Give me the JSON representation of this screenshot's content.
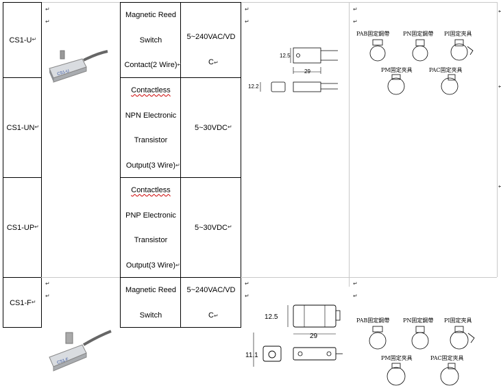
{
  "paragraph_mark": "↵",
  "rows": [
    {
      "model": "CS1-U",
      "desc": [
        "Magnetic Reed",
        "Switch",
        "Contact(2 Wire)"
      ],
      "voltage": [
        "5~240VAC/VD",
        "C"
      ]
    },
    {
      "model": "CS1-UN",
      "desc": [
        "Contactless",
        "NPN Electronic",
        "Transistor",
        "Output(3 Wire)"
      ],
      "voltage": [
        "5~30VDC"
      ]
    },
    {
      "model": "CS1-UP",
      "desc": [
        "Contactless",
        "PNP Electronic",
        "Transistor",
        "Output(3 Wire)"
      ],
      "voltage": [
        "5~30VDC"
      ]
    },
    {
      "model": "CS1-F",
      "desc": [
        "Magnetic Reed",
        "Switch"
      ],
      "voltage": [
        "5~240VAC/VD",
        "C"
      ]
    }
  ],
  "sensor_u_label": "CS1-U",
  "sensor_f_label": "CS1-F",
  "drawing_u": {
    "height": "12.5",
    "length": "29",
    "side": "12.2"
  },
  "drawing_f": {
    "height": "12.5",
    "length": "29",
    "side": "11.1"
  },
  "mounts_top": {
    "row1": [
      "PAB固定鋼帶",
      "PN固定鋼帶",
      "PI固定夾具"
    ],
    "row2": [
      "PM固定夾具",
      "PAC固定夾具"
    ]
  },
  "mounts_bottom": {
    "row1": [
      "PAB固定鋼帶",
      "PN固定鋼帶",
      "PI固定夾具"
    ],
    "row2": [
      "PM固定夾具",
      "PAC固定夾具"
    ]
  }
}
